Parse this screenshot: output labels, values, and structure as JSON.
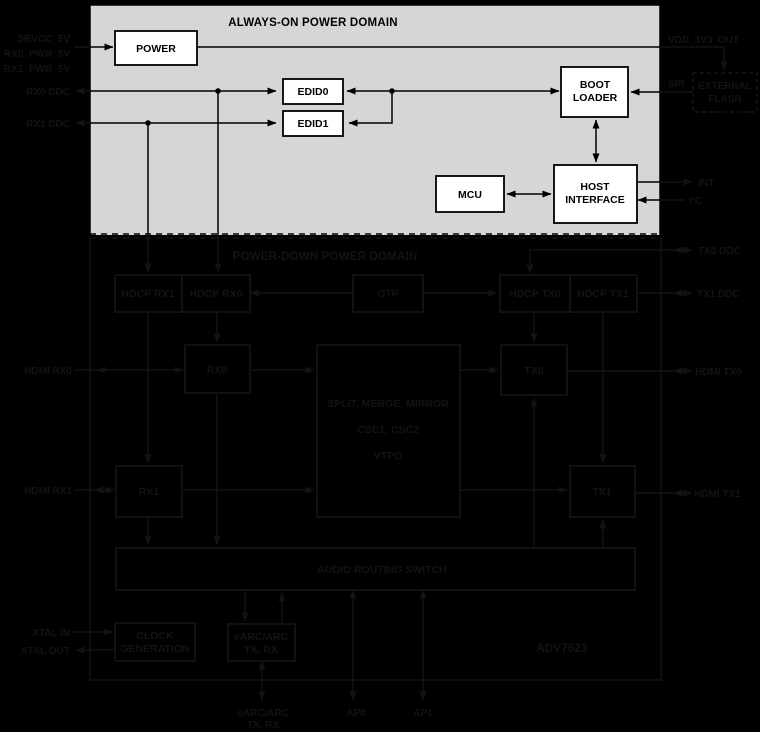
{
  "figure": {
    "type": "block-diagram",
    "part_number": "ADV7623",
    "colors": {
      "background": "#000000",
      "always_on_fill": "#d6d6d6",
      "ink": "#000000",
      "dim_ink": "#131313"
    }
  },
  "always_on": {
    "title": "ALWAYS-ON POWER DOMAIN",
    "power": "POWER",
    "edid0": "EDID0",
    "edid1": "EDID1",
    "boot1": "BOOT",
    "boot2": "LOADER",
    "mcu": "MCU",
    "host1": "HOST",
    "host2": "INTERFACE"
  },
  "power_down": {
    "title": "POWER-DOWN POWER DOMAIN",
    "hdcp_rx1": "HDCP RX1",
    "hdcp_rx0": "HDCP RX0",
    "otp": "OTP",
    "hdcp_tx0": "HDCP TX0",
    "hdcp_tx1": "HDCP TX1",
    "rx0": "RX0",
    "rx1": "RX1",
    "tx0": "TX0",
    "tx1": "TX1",
    "core1": "SPLIT, MERGE, MIRROR",
    "core2": "CSC1, CSC2",
    "core3": "VTPG",
    "audio": "AUDIO ROUTING SWITCH",
    "clk1": "CLOCK",
    "clk2": "GENERATION",
    "earc1": "eARC/ARC",
    "earc2": "TX, RX",
    "part": "ADV7623"
  },
  "left": {
    "pwr1": "SBVCC_5V",
    "pwr2": "RX0_PWR_5V",
    "pwr3": "RX1_PWR_5V",
    "rx0_ddc": "RX0 DDC",
    "rx1_ddc": "RX1 DDC",
    "hdmi_rx0": "HDMI RX0",
    "hdmi_rx1": "HDMI RX1",
    "xtal_in": "XTAL IN",
    "xtal_out": "XTAL OUT"
  },
  "right": {
    "vdd": "VDD_3V3_OUT",
    "spi": "SPI",
    "flash1": "EXTERNAL",
    "flash2": "FLASH",
    "int": "INT",
    "i2c": "I²C",
    "tx0_ddc": "TX0 DDC",
    "tx1_ddc": "TX1 DDC",
    "hdmi_tx0": "HDMI TX0",
    "hdmi_tx1": "HDMI TX1"
  },
  "bottom": {
    "earc1": "eARC/ARC",
    "earc2": "TX, RX",
    "ap0": "AP0",
    "ap1": "AP1"
  }
}
